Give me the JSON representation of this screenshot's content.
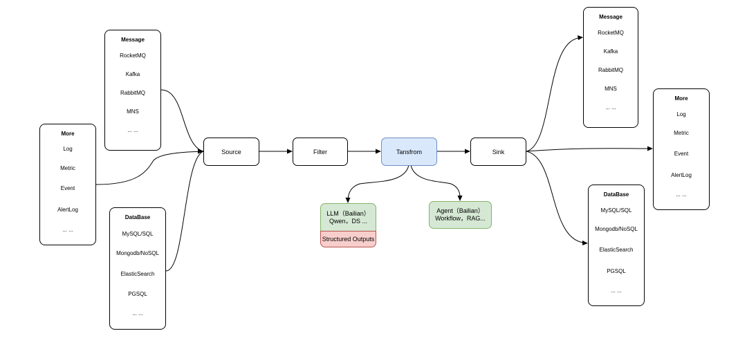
{
  "left_message": {
    "title": "Message",
    "items": [
      "RocketMQ",
      "Kafka",
      "RabbitMQ",
      "MNS",
      "... ..."
    ]
  },
  "left_more": {
    "title": "More",
    "items": [
      "Log",
      "Metric",
      "Event",
      "AlertLog",
      "... ..."
    ]
  },
  "left_database": {
    "title": "DataBase",
    "items": [
      "MySQL/SQL",
      "Mongodb/NoSQL",
      "ElasticSearch",
      "PGSQL",
      "... ..."
    ]
  },
  "pipeline": {
    "source": "Source",
    "filter": "Filter",
    "transform": "Tansfrom",
    "sink": "Sink"
  },
  "llm": {
    "line1": "LLM（Bailian）",
    "line2": "Qwen，DS ...",
    "structured": "Structured Outputs"
  },
  "agent": {
    "line1": "Agent（Bailian）",
    "line2": "Workflow，RAG..."
  },
  "right_message": {
    "title": "Message",
    "items": [
      "RocketMQ",
      "Kafka",
      "RabbitMQ",
      "MNS",
      "... ..."
    ]
  },
  "right_more": {
    "title": "More",
    "items": [
      "Log",
      "Metric",
      "Event",
      "AlertLog",
      "... ..."
    ]
  },
  "right_database": {
    "title": "DataBase",
    "items": [
      "MySQL/SQL",
      "Mongodb/NoSQL",
      "ElasticSearch",
      "PGSQL",
      "... ..."
    ]
  }
}
